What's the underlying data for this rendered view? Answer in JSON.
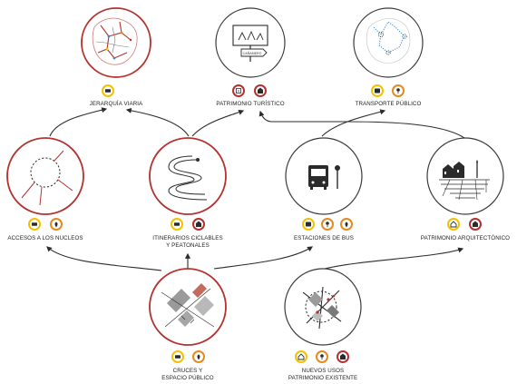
{
  "colors": {
    "red": "#b3322f",
    "yellow": "#f2c200",
    "orange": "#e58a1f",
    "dark": "#3a3a3a",
    "light_gray": "#c8c8c8",
    "blue_dots": "#3e86c8"
  },
  "nodes": [
    {
      "id": "jerarquia",
      "label": [
        "JERARQUÍA VIARIA"
      ],
      "ring": "red",
      "icon": "road-map-icon",
      "badges": [
        {
          "color": "yellow",
          "icon": "car-icon"
        }
      ]
    },
    {
      "id": "patrimonio_turistico",
      "label": [
        "PATRIMONIO TURÍSTICO"
      ],
      "ring": "dark",
      "icon": "tourist-billboard-icon",
      "billboard_text": "CAÑAMERO",
      "badges": [
        {
          "color": "red",
          "icon": "info-icon"
        },
        {
          "color": "red",
          "icon": "monument-icon"
        }
      ]
    },
    {
      "id": "transporte",
      "label": [
        "TRANSPORTE PÚBLICO"
      ],
      "ring": "dark",
      "icon": "transit-route-map-icon",
      "badges": [
        {
          "color": "yellow",
          "icon": "bus-icon"
        },
        {
          "color": "orange",
          "icon": "stop-icon"
        }
      ]
    },
    {
      "id": "accesos",
      "label": [
        "ACCESOS A LOS NUCLEOS"
      ],
      "ring": "red",
      "icon": "access-ring-icon",
      "badges": [
        {
          "color": "yellow",
          "icon": "car-icon"
        },
        {
          "color": "orange",
          "icon": "location-pin-icon"
        }
      ]
    },
    {
      "id": "itinerarios",
      "label": [
        "ITINERARIOS CICLABLES",
        "Y PEATONALES"
      ],
      "ring": "red",
      "icon": "winding-path-icon",
      "badges": [
        {
          "color": "yellow",
          "icon": "car-icon"
        },
        {
          "color": "red",
          "icon": "monument-icon"
        }
      ]
    },
    {
      "id": "estaciones",
      "label": [
        "ESTACIONES DE BUS"
      ],
      "ring": "dark",
      "icon": "bus-stop-icon",
      "badges": [
        {
          "color": "yellow",
          "icon": "bus-icon"
        },
        {
          "color": "orange",
          "icon": "stop-icon"
        },
        {
          "color": "orange",
          "icon": "location-pin-icon"
        }
      ]
    },
    {
      "id": "patrimonio_arquitectonico",
      "label": [
        "PATRIMONIO ARQUITECTÓNICO"
      ],
      "ring": "dark",
      "icon": "heritage-buildings-icon",
      "badges": [
        {
          "color": "yellow",
          "icon": "home-icon"
        },
        {
          "color": "red",
          "icon": "monument-icon"
        }
      ]
    },
    {
      "id": "cruces",
      "label": [
        "CRUCES Y",
        "ESPACIO PÚBLICO"
      ],
      "ring": "red",
      "icon": "crossroads-plan-icon",
      "badges": [
        {
          "color": "yellow",
          "icon": "car-icon"
        },
        {
          "color": "orange",
          "icon": "location-pin-icon"
        }
      ]
    },
    {
      "id": "nuevos_usos",
      "label": [
        "NUEVOS USOS",
        "PATRIMONIO EXISTENTE"
      ],
      "ring": "dark",
      "icon": "new-uses-plan-icon",
      "badges": [
        {
          "color": "yellow",
          "icon": "home-icon"
        },
        {
          "color": "orange",
          "icon": "stop-icon"
        },
        {
          "color": "red",
          "icon": "monument-icon"
        }
      ]
    }
  ],
  "edges": [
    {
      "from": "accesos",
      "to": "jerarquia"
    },
    {
      "from": "itinerarios",
      "to": "jerarquia"
    },
    {
      "from": "itinerarios",
      "to": "patrimonio_turistico"
    },
    {
      "from": "estaciones",
      "to": "transporte"
    },
    {
      "from": "patrimonio_arquitectonico",
      "to": "patrimonio_turistico"
    },
    {
      "from": "cruces",
      "to": "accesos"
    },
    {
      "from": "cruces",
      "to": "itinerarios"
    },
    {
      "from": "cruces",
      "to": "estaciones"
    },
    {
      "from": "nuevos_usos",
      "to": "patrimonio_arquitectonico"
    }
  ]
}
